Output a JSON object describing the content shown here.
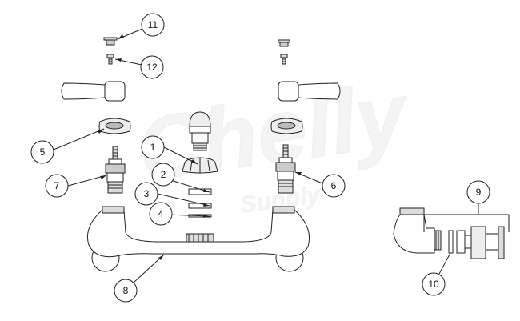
{
  "watermark": {
    "main": "Chelly",
    "sub": "Supply"
  },
  "callouts": [
    {
      "number": "1"
    },
    {
      "number": "2"
    },
    {
      "number": "3"
    },
    {
      "number": "4"
    },
    {
      "number": "5"
    },
    {
      "number": "6"
    },
    {
      "number": "7"
    },
    {
      "number": "8"
    },
    {
      "number": "9"
    },
    {
      "number": "10"
    },
    {
      "number": "11"
    },
    {
      "number": "12"
    }
  ],
  "colors": {
    "line": "#222222",
    "part_fill": "#ffffff",
    "watermark": "#ececec"
  }
}
